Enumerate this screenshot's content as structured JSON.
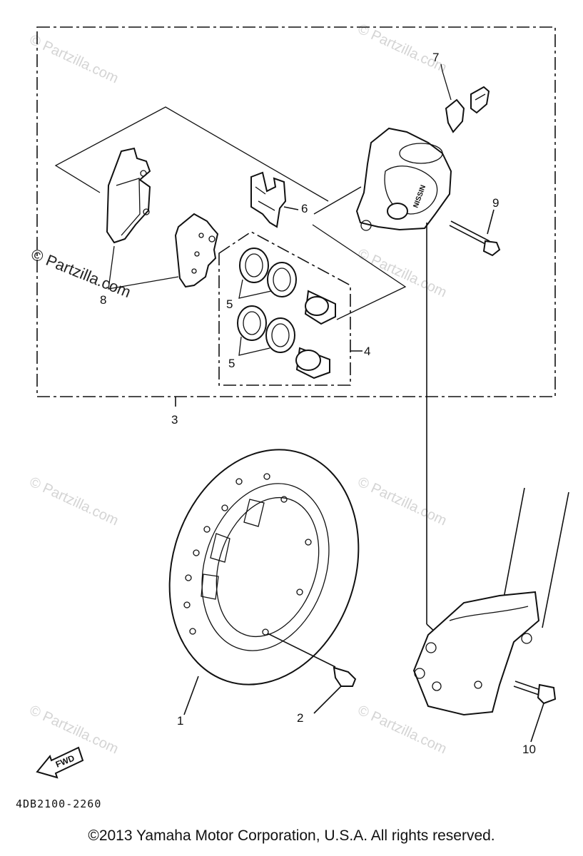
{
  "diagram": {
    "callouts": {
      "c1": "1",
      "c2": "2",
      "c3": "3",
      "c4": "4",
      "c5a": "5",
      "c5b": "5",
      "c6": "6",
      "c7": "7",
      "c8": "8",
      "c9": "9",
      "c10": "10"
    },
    "fwd_label": "FWD",
    "caliper_brand": "NISSIN",
    "drawing_code": "4DB2100-2260",
    "watermark_main": "© Partzilla.com",
    "watermark_faint": "© Partzilla.com"
  },
  "footer": {
    "copyright": "©2013  Yamaha Motor Corporation, U.S.A. All rights reserved."
  }
}
